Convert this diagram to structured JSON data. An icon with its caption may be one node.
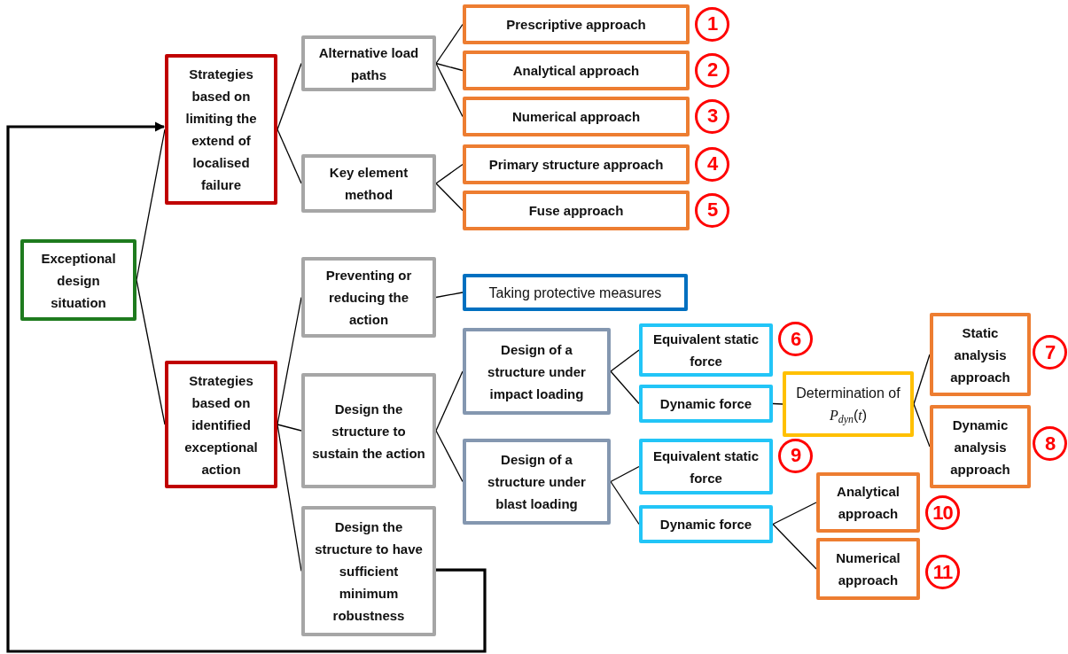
{
  "diagram": {
    "nodes": [
      {
        "text": [
          "Exceptional design situation"
        ]
      },
      {
        "text": [
          "Strategies based on limiting the extend of localised failure"
        ]
      },
      {
        "text": [
          "Alternative load paths"
        ]
      },
      {
        "text": [
          "Key element method"
        ]
      },
      {
        "text": [
          "Prescriptive approach"
        ],
        "beside": [
          "1"
        ]
      },
      {
        "text": [
          "Analytical approach"
        ],
        "beside": [
          "2"
        ]
      },
      {
        "text": [
          "Numerical approach"
        ],
        "beside": [
          "3"
        ]
      },
      {
        "text": [
          "Primary structure approach"
        ],
        "beside": [
          "4"
        ]
      },
      {
        "text": [
          "Fuse approach"
        ],
        "beside": [
          "5"
        ]
      },
      {
        "text": [
          "Strategies based on identified exceptional action"
        ]
      },
      {
        "text": [
          "Preventing or reducing the action"
        ]
      },
      {
        "text": [
          "Taking protective measures"
        ]
      },
      {
        "text": [
          "Design the structure to sustain the action"
        ]
      },
      {
        "text": [
          "Design of a structure under impact loading"
        ]
      },
      {
        "text": [
          "Equivalent static force"
        ],
        "beside": [
          "6"
        ]
      },
      {
        "text": [
          "Dynamic force"
        ]
      },
      {
        "text": [
          "Determination of *P*$_{dyn}$(*t*)"
        ]
      },
      {
        "text": [
          "Static analysis approach"
        ],
        "beside": [
          "7"
        ]
      },
      {
        "text": [
          "Dynamic analysis approach"
        ],
        "beside": [
          "8"
        ]
      },
      {
        "text": [
          "Design of a structure under blast loading"
        ]
      },
      {
        "text": [
          "Equivalent static force"
        ],
        "beside": [
          "9"
        ]
      },
      {
        "text": [
          "Dynamic force"
        ]
      },
      {
        "text": [
          "Analytical approach"
        ],
        "beside": [
          "10"
        ]
      },
      {
        "text": [
          "Numerical approach"
        ],
        "beside": [
          "11"
        ]
      },
      {
        "text": [
          "Design the structure to have sufficient minimum robustness"
        ]
      }
    ],
    "edges": [
      {
        "from": 0,
        "to": 1,
        "arrow": "none"
      },
      {
        "from": 0,
        "to": 9,
        "arrow": "none"
      },
      {
        "from": 1,
        "to": 2,
        "arrow": "none"
      },
      {
        "from": 1,
        "to": 3,
        "arrow": "none"
      },
      {
        "from": 2,
        "to": 4,
        "arrow": "none"
      },
      {
        "from": 2,
        "to": 5,
        "arrow": "none"
      },
      {
        "from": 2,
        "to": 6,
        "arrow": "none"
      },
      {
        "from": 3,
        "to": 7,
        "arrow": "none"
      },
      {
        "from": 3,
        "to": 8,
        "arrow": "none"
      },
      {
        "from": 9,
        "to": 10,
        "arrow": "none"
      },
      {
        "from": 9,
        "to": 12,
        "arrow": "none"
      },
      {
        "from": 9,
        "to": 24,
        "arrow": "none"
      },
      {
        "from": 10,
        "to": 11,
        "arrow": "none"
      },
      {
        "from": 12,
        "to": 13,
        "arrow": "none"
      },
      {
        "from": 12,
        "to": 19,
        "arrow": "none"
      },
      {
        "from": 13,
        "to": 14,
        "arrow": "none"
      },
      {
        "from": 13,
        "to": 15,
        "arrow": "none"
      },
      {
        "from": 15,
        "to": 16,
        "arrow": "none"
      },
      {
        "from": 16,
        "to": 17,
        "arrow": "none"
      },
      {
        "from": 16,
        "to": 18,
        "arrow": "none"
      },
      {
        "from": 19,
        "to": 20,
        "arrow": "none"
      },
      {
        "from": 19,
        "to": 21,
        "arrow": "none"
      },
      {
        "from": 21,
        "to": 22,
        "arrow": "none"
      },
      {
        "from": 21,
        "to": 23,
        "arrow": "none"
      },
      {
        "from": 24,
        "to": 1,
        "arrow": "to",
        "style": "thick"
      }
    ]
  }
}
